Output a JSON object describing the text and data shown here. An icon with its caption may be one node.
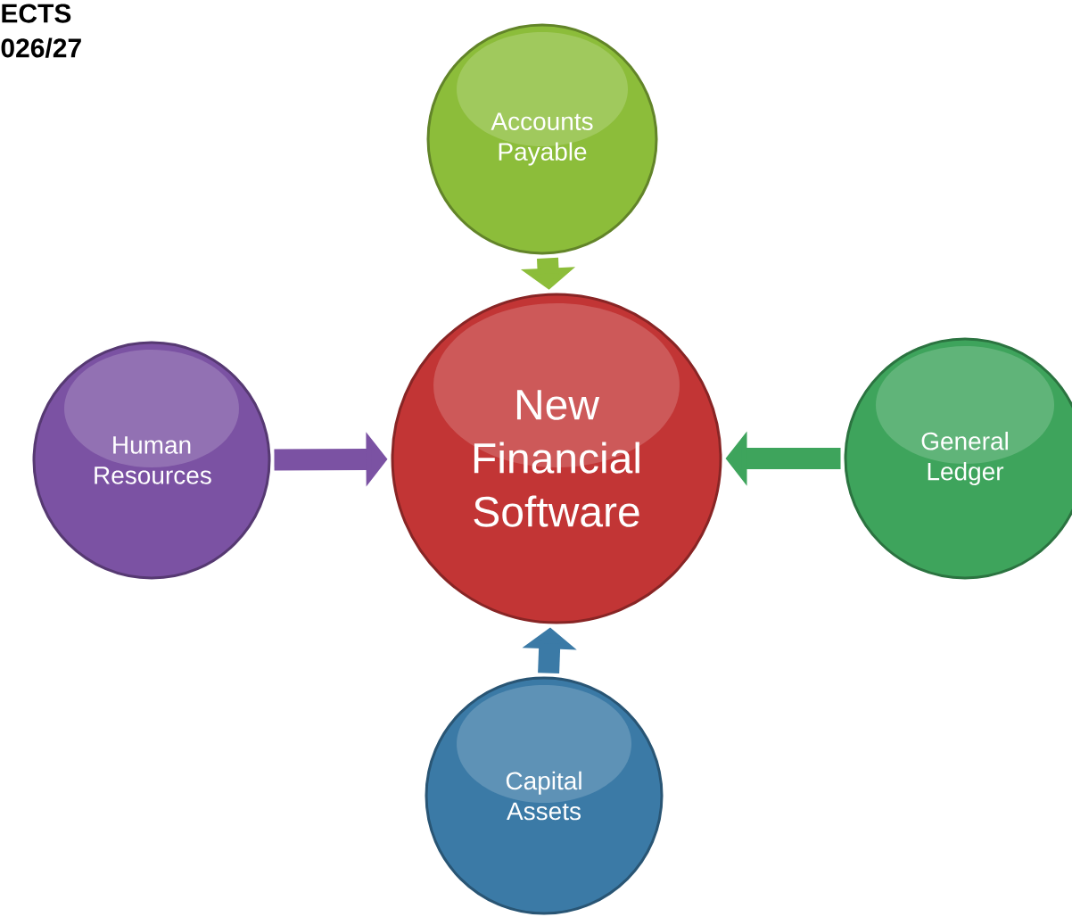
{
  "diagram": {
    "nodes": [
      {
        "text": [
          "New Financial Software"
        ]
      },
      {
        "text": [
          "Accounts Payable"
        ]
      },
      {
        "text": [
          "Human Resources"
        ]
      },
      {
        "text": [
          "General Ledger"
        ]
      },
      {
        "text": [
          "Capital Assets"
        ]
      }
    ],
    "edges": [
      {
        "from": 1,
        "to": 0,
        "arrow": "to",
        "color": "#8cbd3a"
      },
      {
        "from": 2,
        "to": 0,
        "arrow": "to",
        "color": "#7b52a3"
      },
      {
        "from": 3,
        "to": 0,
        "arrow": "to",
        "color": "#3ea45c"
      },
      {
        "from": 4,
        "to": 0,
        "arrow": "to",
        "color": "#3b7aa6"
      }
    ],
    "labels": [
      "ECTS",
      "026/27"
    ]
  }
}
